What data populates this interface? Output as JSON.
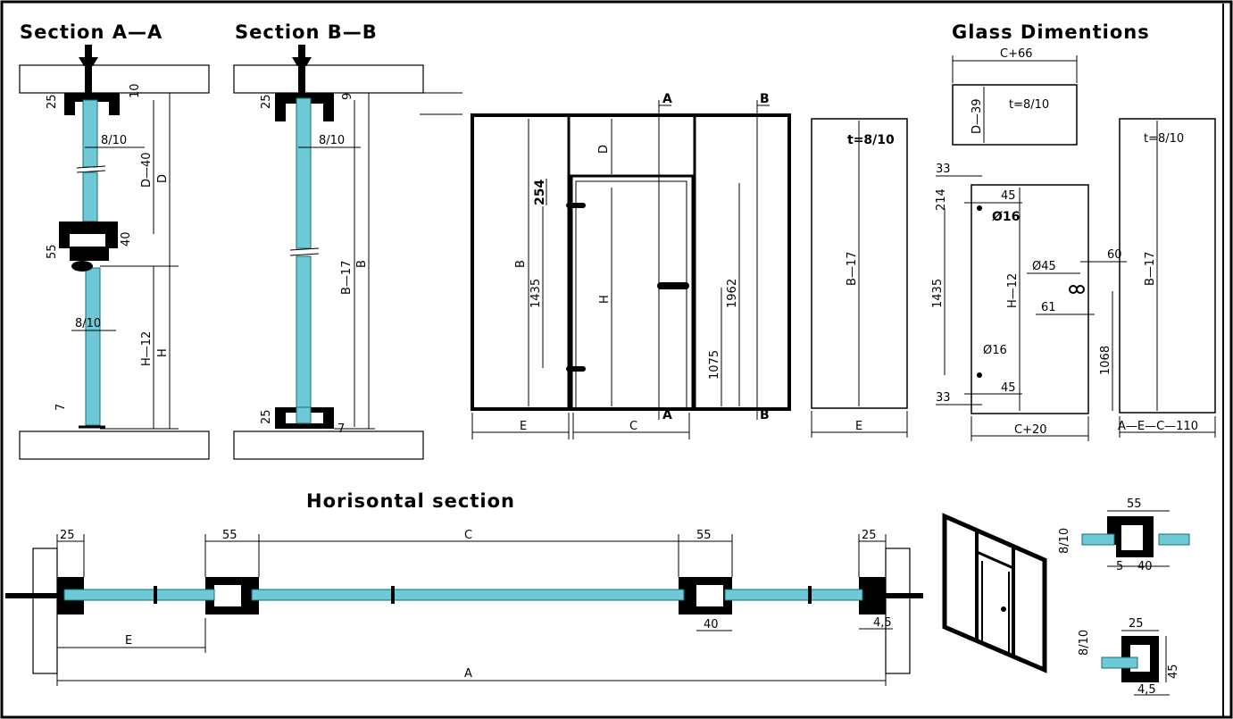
{
  "titles": {
    "section_aa": "Section A—A",
    "section_bb": "Section B—B",
    "glass_dimensions": "Glass Dimentions",
    "horizontal_section": "Horisontal section"
  },
  "section_aa": {
    "d25": "25",
    "d10": "10",
    "d55": "55",
    "d40": "40",
    "d7": "7",
    "t1": "8/10",
    "t2": "8/10",
    "d_minus_40": "D—40",
    "d": "D",
    "h_minus_12": "H—12",
    "h": "H"
  },
  "section_bb": {
    "d25_top": "25",
    "d9": "9",
    "t": "8/10",
    "b_minus_17": "B—17",
    "b": "B",
    "d25_bottom": "25",
    "d7": "7"
  },
  "elevation": {
    "mark_a": "A",
    "mark_b": "B",
    "d": "D",
    "b": "B",
    "d254": "254",
    "d1435": "1435",
    "h": "H",
    "d1962": "1962",
    "d1075": "1075",
    "e": "E",
    "c": "C"
  },
  "side_panel": {
    "t": "t=8/10",
    "b_minus_17": "B—17",
    "e": "E"
  },
  "glass": {
    "top_width": "C+66",
    "top_height": "D—39",
    "top_t": "t=8/10",
    "d33_top": "33",
    "d214": "214",
    "d45_top": "45",
    "hole16_top": "Ø16",
    "d1435": "1435",
    "h_minus_12": "H—12",
    "hole45": "Ø45",
    "d60": "60",
    "d61": "61",
    "d1068": "1068",
    "hole16_bottom": "Ø16",
    "d45_bottom": "45",
    "d33_bottom": "33",
    "door_width": "C+20",
    "side_t": "t=8/10",
    "side_b_minus_17": "B—17",
    "side_width": "A—E—C—110"
  },
  "horizontal": {
    "d25_left": "25",
    "d55_left": "55",
    "c": "C",
    "d55_right": "55",
    "d25_right": "25",
    "e": "E",
    "a": "A",
    "d40": "40",
    "d4_5": "4,5"
  },
  "details": {
    "top_55": "55",
    "top_8_10": "8/10",
    "top_5": "5",
    "top_40": "40",
    "bot_25": "25",
    "bot_8_10": "8/10",
    "bot_45": "45",
    "bot_4_5": "4,5"
  },
  "colors": {
    "glass": "#6dc9d6",
    "frame": "#000000",
    "wall_hatch": "#777777"
  }
}
